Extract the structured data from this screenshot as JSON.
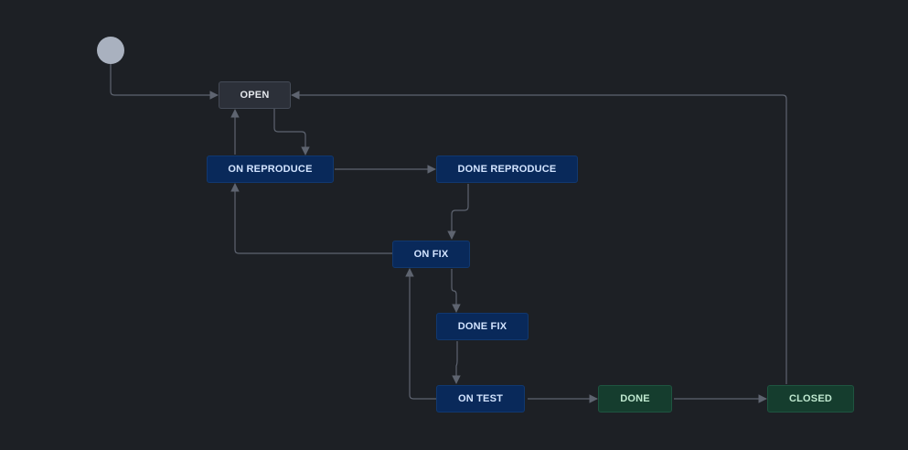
{
  "workflow": {
    "start": {
      "name": "start"
    },
    "statuses": [
      {
        "id": "open",
        "label": "OPEN",
        "category": "todo"
      },
      {
        "id": "on-reproduce",
        "label": "ON REPRODUCE",
        "category": "inprogress"
      },
      {
        "id": "done-reproduce",
        "label": "DONE REPRODUCE",
        "category": "inprogress"
      },
      {
        "id": "on-fix",
        "label": "ON FIX",
        "category": "inprogress"
      },
      {
        "id": "done-fix",
        "label": "DONE FIX",
        "category": "inprogress"
      },
      {
        "id": "on-test",
        "label": "ON TEST",
        "category": "inprogress"
      },
      {
        "id": "done",
        "label": "DONE",
        "category": "done"
      },
      {
        "id": "closed",
        "label": "CLOSED",
        "category": "done"
      }
    ],
    "transitions": [
      {
        "from": "start",
        "to": "open"
      },
      {
        "from": "open",
        "to": "on-reproduce"
      },
      {
        "from": "on-reproduce",
        "to": "open"
      },
      {
        "from": "on-reproduce",
        "to": "done-reproduce"
      },
      {
        "from": "done-reproduce",
        "to": "on-fix"
      },
      {
        "from": "on-fix",
        "to": "on-reproduce"
      },
      {
        "from": "on-fix",
        "to": "done-fix"
      },
      {
        "from": "done-fix",
        "to": "on-test"
      },
      {
        "from": "on-test",
        "to": "on-fix"
      },
      {
        "from": "on-test",
        "to": "done"
      },
      {
        "from": "done",
        "to": "closed"
      },
      {
        "from": "closed",
        "to": "open"
      }
    ]
  },
  "colors": {
    "background": "#1d2025",
    "connector": "#5e6470",
    "start_node": "#a9b1bf",
    "todo_fill": "#2c3039",
    "inprogress_fill": "#09295a",
    "done_fill": "#153d2e"
  }
}
